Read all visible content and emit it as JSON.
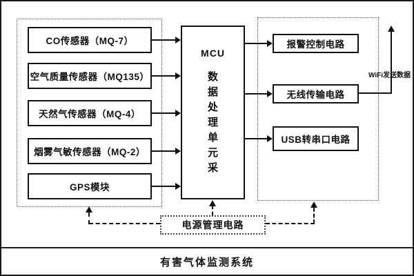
{
  "diagram": {
    "title": "有害气体监测系统",
    "sensors": [
      {
        "label": "CO传感器（MQ-7）"
      },
      {
        "label": "空气质量传感器（MQ135）"
      },
      {
        "label": "天然气传感器（MQ-4）"
      },
      {
        "label": "烟雾气敏传感器（MQ-2）"
      },
      {
        "label": "GPS模块"
      }
    ],
    "mcu": {
      "title": "MCU",
      "vertical_label": "数据处理单元采"
    },
    "outputs": [
      {
        "label": "报警控制电路"
      },
      {
        "label": "无线传输电路"
      },
      {
        "label": "USB转串口电路"
      }
    ],
    "wifi_label": "WiFi发送数据",
    "power": {
      "label": "电源管理电路"
    },
    "footer": {
      "label": "有害气体监测系统"
    },
    "colors": {
      "line": "#1a1a1a",
      "background": "#ffffff"
    }
  }
}
